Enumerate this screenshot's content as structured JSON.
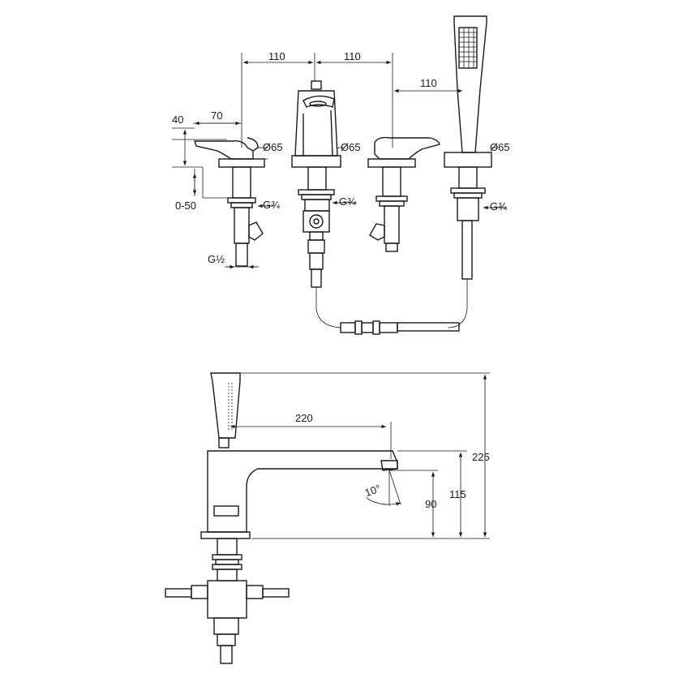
{
  "top_view": {
    "spacing_1": "110",
    "spacing_2": "110",
    "spacing_3": "110",
    "lever_width": "70",
    "lever_height": "40",
    "deck_range": "0-50",
    "dia_1": "Ø65",
    "dia_2": "Ø65",
    "dia_3": "Ø65",
    "thread_1": "G¾",
    "thread_2": "G¾",
    "thread_3": "G¾",
    "thread_inlet": "G½"
  },
  "side_view": {
    "spout_reach": "220",
    "total_height": "225",
    "spout_height": "115",
    "outlet_height": "90",
    "spout_angle": "10°"
  }
}
